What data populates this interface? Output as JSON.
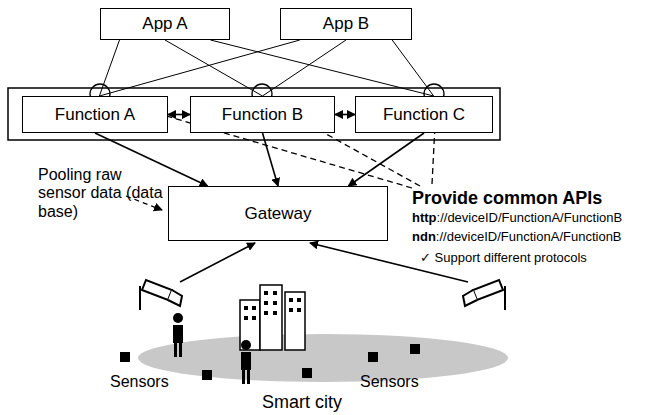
{
  "diagram": {
    "nodes": [
      {
        "text": [
          "App A"
        ]
      },
      {
        "text": [
          "App B"
        ]
      },
      {
        "text": [
          "Function A"
        ]
      },
      {
        "text": [
          "Function B"
        ]
      },
      {
        "text": [
          "Function C"
        ]
      },
      {
        "text": [
          "Gateway"
        ]
      }
    ],
    "edges": [
      {
        "from": 0,
        "to": 2,
        "arrow": "none"
      },
      {
        "from": 0,
        "to": 3,
        "arrow": "none"
      },
      {
        "from": 0,
        "to": 4,
        "arrow": "none"
      },
      {
        "from": 1,
        "to": 2,
        "arrow": "none"
      },
      {
        "from": 1,
        "to": 3,
        "arrow": "none"
      },
      {
        "from": 1,
        "to": 4,
        "arrow": "none"
      },
      {
        "from": 2,
        "to": 3,
        "arrow": "both"
      },
      {
        "from": 3,
        "to": 4,
        "arrow": "both"
      },
      {
        "from": 2,
        "to": 5,
        "arrow": "to"
      },
      {
        "from": 3,
        "to": 5,
        "arrow": "to"
      },
      {
        "from": 4,
        "to": 5,
        "arrow": "to"
      }
    ],
    "labels": [
      "Pooling raw sensor data (data base)",
      "Provide common APIs",
      "http",
      "://deviceID/FunctionA/FunctionB",
      "ndn",
      "://deviceID/FunctionA/FunctionB",
      "✓ Support different protocols",
      "Sensors",
      "Sensors",
      "Smart city"
    ]
  }
}
